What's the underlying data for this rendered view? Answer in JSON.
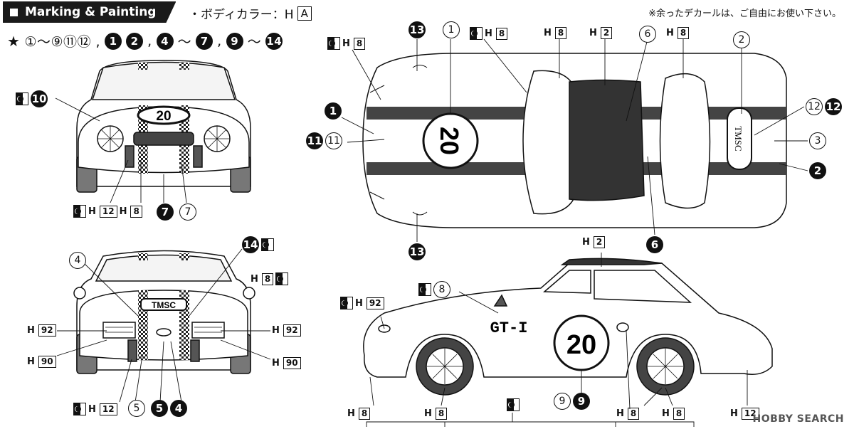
{
  "header": {
    "title": "Marking & Painting"
  },
  "body_color": {
    "label": "・ボディカラー：H",
    "code": "A"
  },
  "note": "※余ったデカールは、ご自由にお使い下さい。",
  "decal_list": {
    "star": "★",
    "text_open": "①～⑨⑪⑫ ,",
    "black_1": "1",
    "black_2": "2",
    "sep1": ",",
    "black_4": "4",
    "tilde1": "～",
    "black_7": "7",
    "sep2": ",",
    "black_9": "9",
    "tilde2": "～",
    "black_14": "14"
  },
  "labels": {
    "h": "H",
    "c8": "8",
    "c12": "12",
    "c2": "2",
    "c92": "92",
    "c90": "90"
  },
  "callouts": {
    "n1": "1",
    "n2": "2",
    "n3": "3",
    "n4": "4",
    "n5": "5",
    "n6": "6",
    "n7": "7",
    "n8": "8",
    "n9": "9",
    "n10": "10",
    "n11": "11",
    "n12": "12",
    "n13": "13",
    "n14": "14"
  },
  "car": {
    "number": "20",
    "rear_badge": "TMSC",
    "side_text": "GT-I",
    "top_badge": "TMSC"
  },
  "watermark": "HOBBY SEARCH"
}
